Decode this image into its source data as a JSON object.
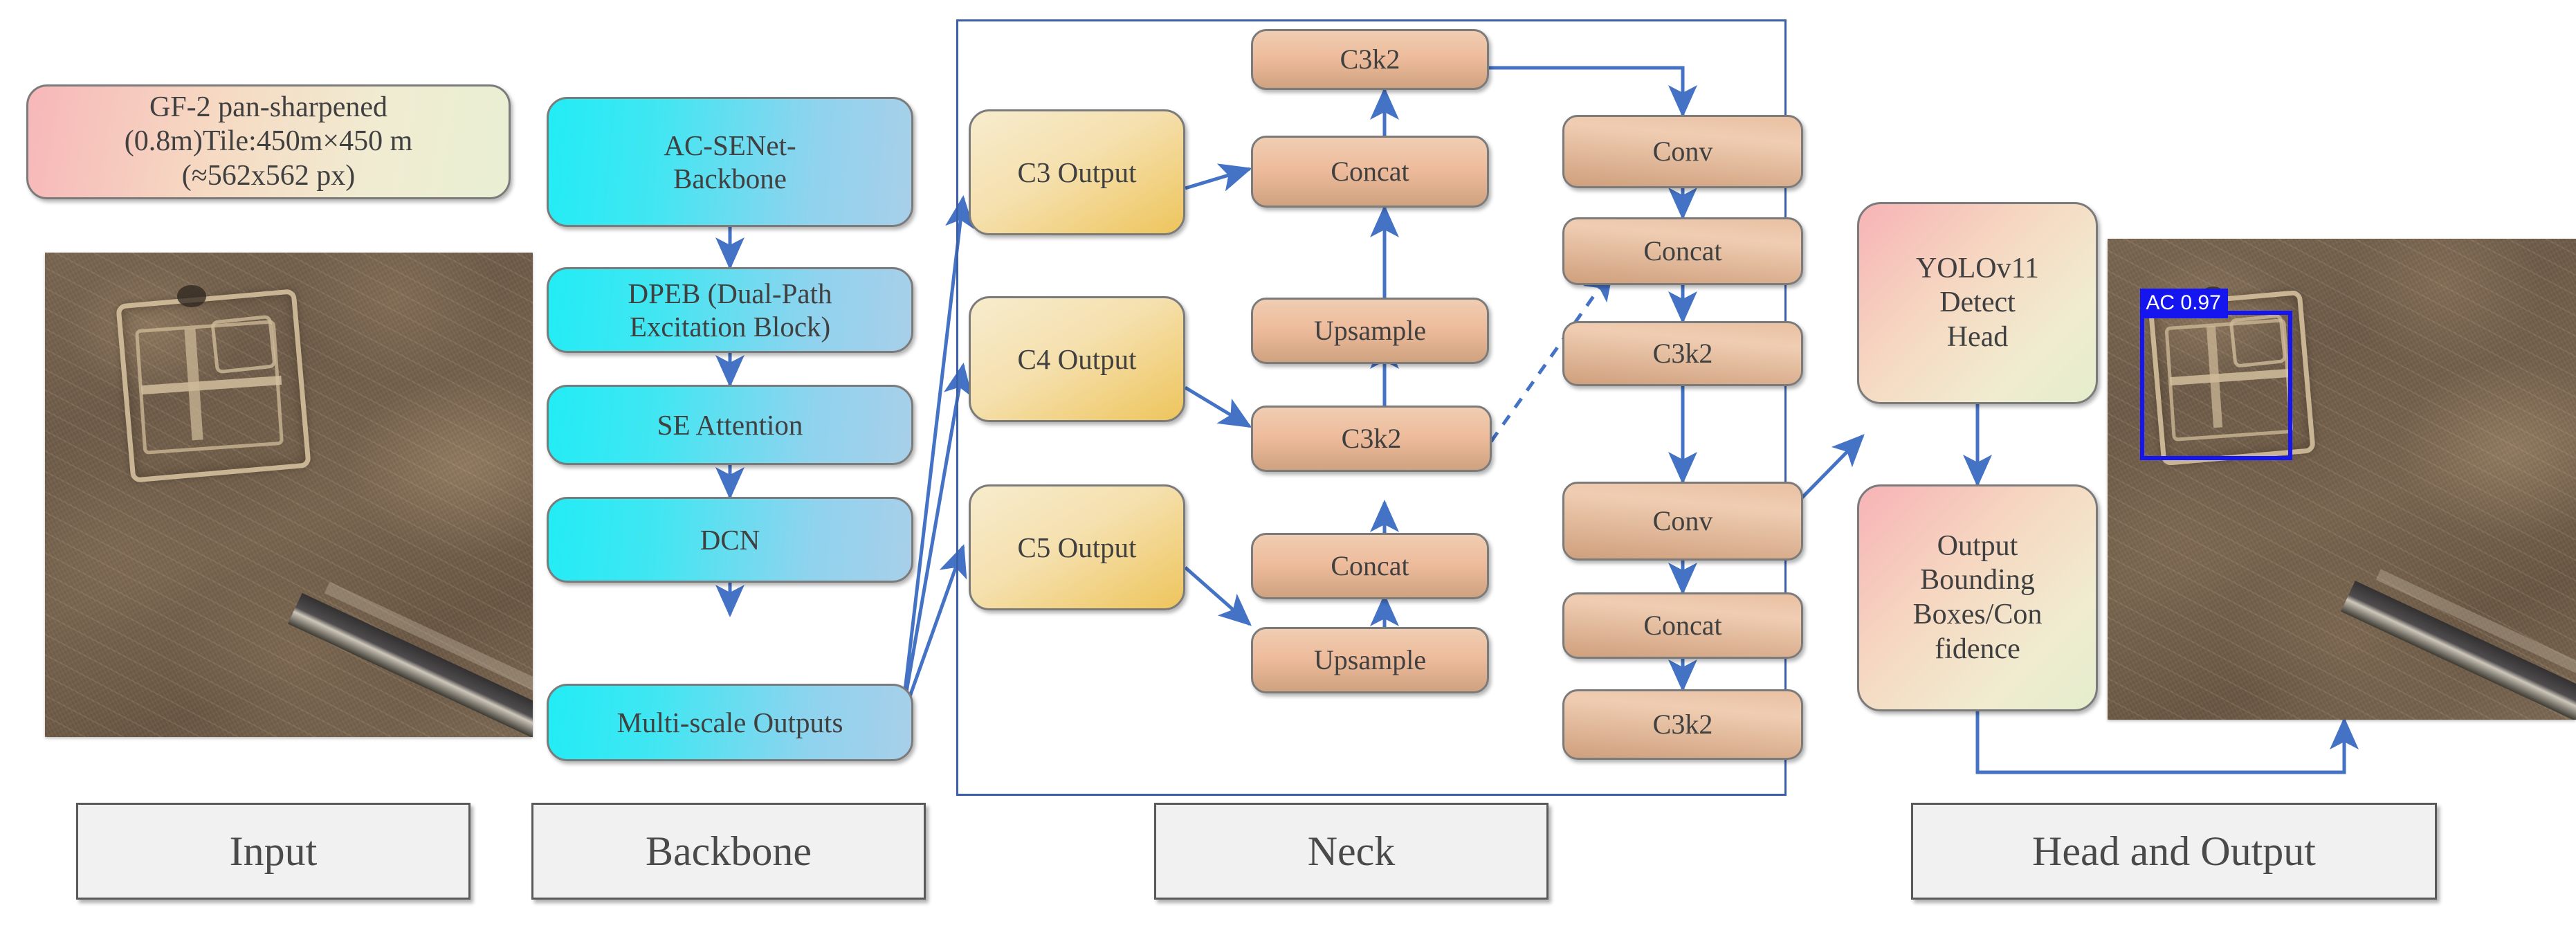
{
  "diagram": {
    "title": "AC-SENet + YOLOv11 archaeological site detection pipeline",
    "accent_arrow_color": "#4472c4",
    "neck_border_color": "#3b5ea8",
    "section_label_bg": "#f1f1f1"
  },
  "input": {
    "caption": "GF-2 pan-sharpened\n(0.8m)Tile:450m×450  m\n(≈562x562 px)",
    "image_alt": "GF-2 pan-sharpened satellite tile of arid terrain with rectangular archaeological enclosure",
    "section_label": "Input"
  },
  "backbone": {
    "section_label": "Backbone",
    "blocks": [
      {
        "label": "AC-SENet-\nBackbone"
      },
      {
        "label": "DPEB  (Dual-Path\nExcitation  Block)"
      },
      {
        "label": "SE Attention"
      },
      {
        "label": "DCN"
      },
      {
        "label": "Multi-scale  Outputs"
      }
    ]
  },
  "neck": {
    "section_label": "Neck",
    "c_outputs": [
      {
        "label": "C3 Output"
      },
      {
        "label": "C4 Output"
      },
      {
        "label": "C5 Output"
      }
    ],
    "middle_column": [
      {
        "label": "C3k2"
      },
      {
        "label": "Concat"
      },
      {
        "label": "Upsample"
      },
      {
        "label": "C3k2"
      },
      {
        "label": "Concat"
      },
      {
        "label": "Upsample"
      }
    ],
    "right_column": [
      {
        "label": "Conv"
      },
      {
        "label": "Concat"
      },
      {
        "label": "C3k2"
      },
      {
        "label": "Conv"
      },
      {
        "label": "Concat"
      },
      {
        "label": "C3k2"
      }
    ]
  },
  "head": {
    "section_label": "Head and Output",
    "blocks": [
      {
        "label": "YOLOv11\nDetect\nHead"
      },
      {
        "label": "Output\nBounding\nBoxes/Con\nfidence"
      }
    ]
  },
  "output_image": {
    "image_alt": "Detection result on the same satellite tile",
    "detection": {
      "class_label": "AC",
      "confidence": "0.97",
      "label_text": "AC  0.97",
      "box_color": "#1515f0",
      "label_text_color": "#ffffff"
    }
  }
}
